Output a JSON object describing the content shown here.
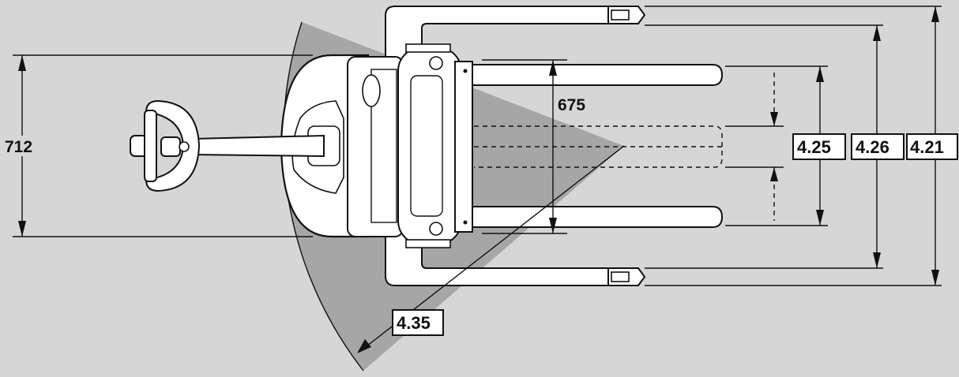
{
  "diagram": {
    "colors": {
      "background": "#d6d6d6",
      "turning_area": "#a6a6a6",
      "body": "#ffffff",
      "line": "#111111"
    },
    "dimensions": {
      "width_712": "712",
      "width_675": "675"
    },
    "labels": {
      "turning_radius": "4.35",
      "fork_spread_inner": "4.25",
      "fork_spread_outer": "4.26",
      "overall_width": "4.21"
    }
  }
}
